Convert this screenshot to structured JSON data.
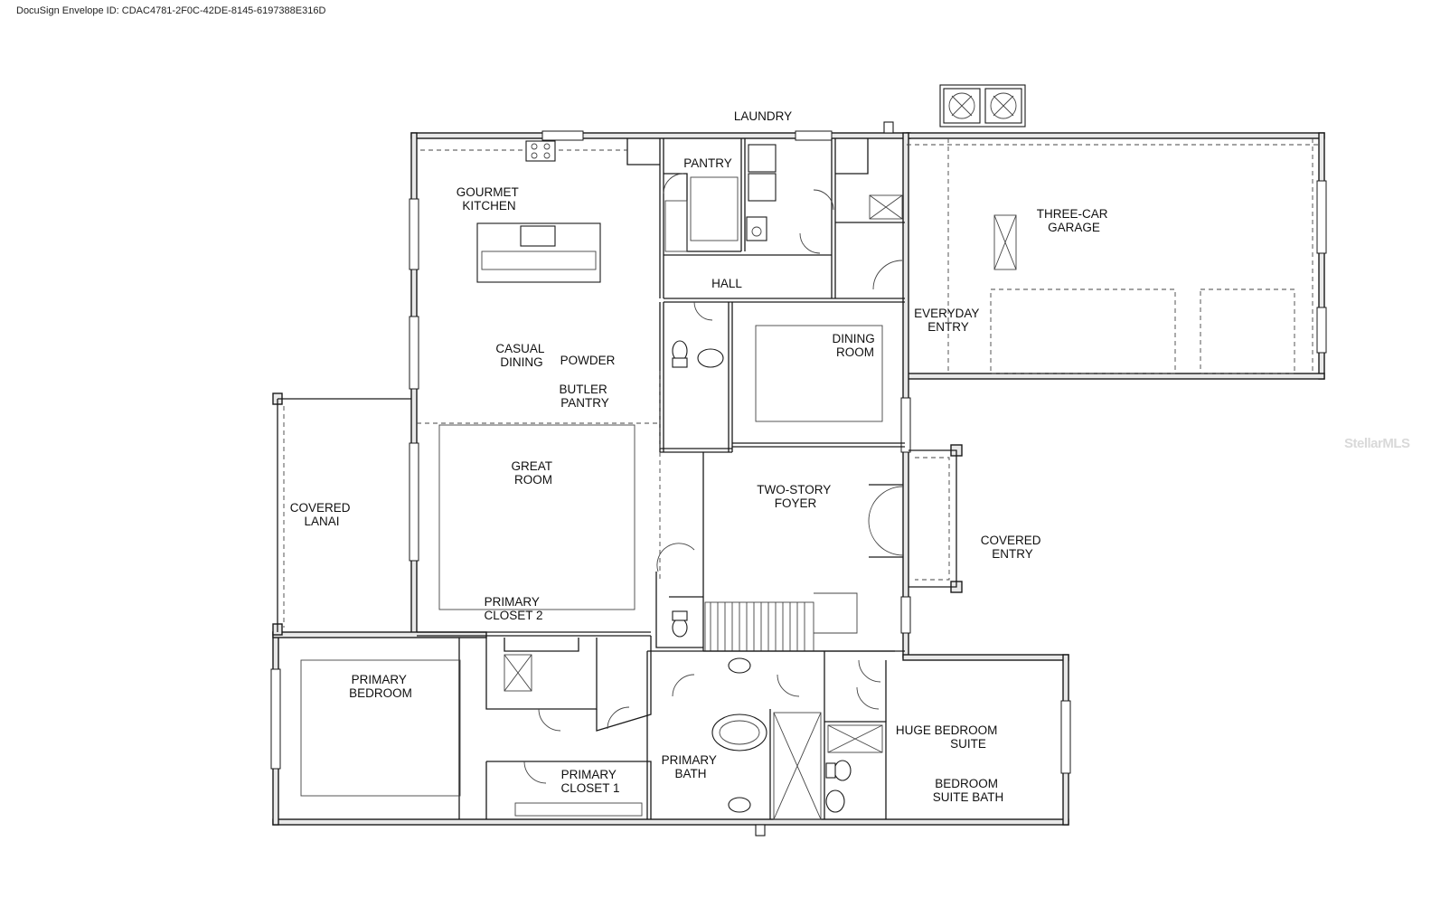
{
  "header": {
    "envelope_id": "DocuSign Envelope ID: CDAC4781-2F0C-42DE-8145-6197388E316D"
  },
  "watermark": "StellarMLS",
  "rooms": {
    "laundry": [
      "LAUNDRY"
    ],
    "pantry": [
      "PANTRY"
    ],
    "gourmet_kitchen": [
      "GOURMET",
      "KITCHEN"
    ],
    "three_car_garage": [
      "THREE-CAR",
      "GARAGE"
    ],
    "hall": [
      "HALL"
    ],
    "everyday_entry": [
      "EVERYDAY",
      "ENTRY"
    ],
    "dining_room": [
      "DINING",
      "ROOM"
    ],
    "casual_dining": [
      "CASUAL",
      "DINING"
    ],
    "powder": [
      "POWDER"
    ],
    "butler_pantry": [
      "BUTLER",
      "PANTRY"
    ],
    "great_room": [
      "GREAT",
      "ROOM"
    ],
    "two_story_foyer": [
      "TWO-STORY",
      "FOYER"
    ],
    "covered_lanai": [
      "COVERED",
      "LANAI"
    ],
    "covered_entry": [
      "COVERED",
      "ENTRY"
    ],
    "primary_closet_2": [
      "PRIMARY",
      "CLOSET 2"
    ],
    "primary_bedroom": [
      "PRIMARY",
      "BEDROOM"
    ],
    "huge_bedroom_suite": [
      "HUGE BEDROOM",
      "SUITE"
    ],
    "primary_bath": [
      "PRIMARY",
      "BATH"
    ],
    "primary_closet_1": [
      "PRIMARY",
      "CLOSET 1"
    ],
    "bedroom_suite_bath": [
      "BEDROOM",
      "SUITE BATH"
    ]
  }
}
